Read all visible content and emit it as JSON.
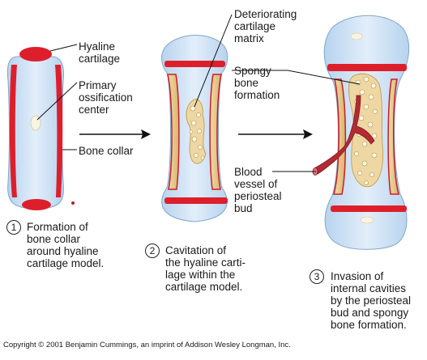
{
  "labels": {
    "hyaline_cartilage": "Hyaline\ncartilage",
    "primary_ossification_center": "Primary\nossification\ncenter",
    "bone_collar": "Bone collar",
    "deteriorating_cartilage_matrix": "Deteriorating\ncartilage\nmatrix",
    "spongy_bone_formation": "Spongy\nbone\nformation",
    "blood_vessel_periosteal_bud": "Blood\nvessel of\nperiosteal\nbud"
  },
  "steps": [
    {
      "number": "1",
      "caption": "Formation of\nbone collar\naround hyaline\ncartilage model."
    },
    {
      "number": "2",
      "caption": "Cavitation of\nthe hyaline carti-\nlage within the\ncartilage model."
    },
    {
      "number": "3",
      "caption": "Invasion of\ninternal cavities\nby the periosteal\nbud and spongy\nbone formation."
    }
  ],
  "copyright": "Copyright © 2001 Benjamin Cummings, an imprint of Addison Wesley Longman, Inc.",
  "colors": {
    "cartilage": "#cfe3f5",
    "bone_collar": "#dd1f2c",
    "spongy_bone": "#e9c98a",
    "blood_vessel": "#b22a33",
    "leader_line": "#111111"
  }
}
